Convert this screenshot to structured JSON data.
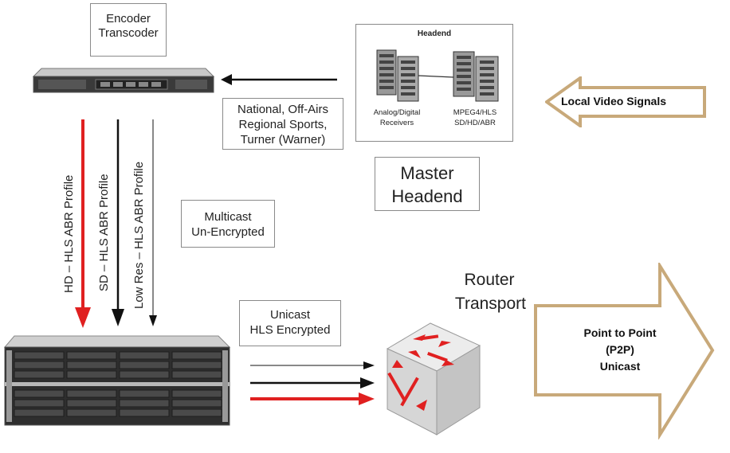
{
  "encoder_box": {
    "line1": "Encoder",
    "line2": "Transcoder"
  },
  "channels_box": {
    "line1": "National, Off-Airs",
    "line2": "Regional Sports,",
    "line3": "Turner (Warner)"
  },
  "headend": {
    "title": "Headend",
    "receivers_line1": "Analog/Digital",
    "receivers_line2": "Receivers",
    "mpeg_line1": "MPEG4/HLS",
    "mpeg_line2": "SD/HD/ABR"
  },
  "master_headend": {
    "line1": "Master",
    "line2": "Headend"
  },
  "local_signals": "Local Video Signals",
  "profiles": {
    "hd": "HD – HLS ABR Profile",
    "sd": "SD – HLS ABR Profile",
    "lowres": "Low Res – HLS ABR Profile"
  },
  "multicast_box": {
    "line1": "Multicast",
    "line2": "Un-Encrypted"
  },
  "unicast_box": {
    "line1": "Unicast",
    "line2": "HLS Encrypted"
  },
  "router": {
    "line1": "Router",
    "line2": "Transport"
  },
  "p2p": {
    "line1": "Point to Point",
    "line2": "(P2P)",
    "line3": "Unicast"
  },
  "colors": {
    "red_flow": "#e02020",
    "black_flow": "#111111",
    "tan_arrow": "#c8a97a"
  }
}
